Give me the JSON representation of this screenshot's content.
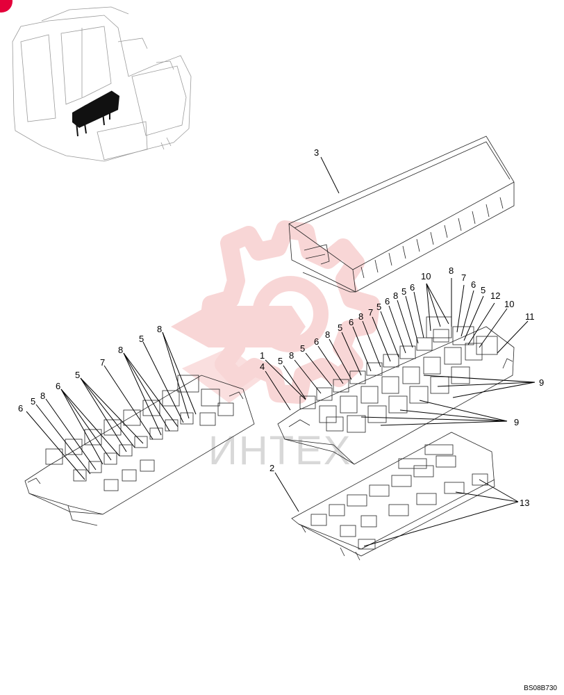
{
  "diagram": {
    "drawing_code": "BS08B730",
    "watermark_text": "ИНТЕХ",
    "colors": {
      "line": "#000000",
      "watermark": "#f3b5b5",
      "corner_badge": "#e4003a"
    },
    "callouts": [
      "1",
      "2",
      "3",
      "4",
      "5",
      "6",
      "7",
      "8",
      "9",
      "10",
      "11",
      "12",
      "13"
    ]
  }
}
